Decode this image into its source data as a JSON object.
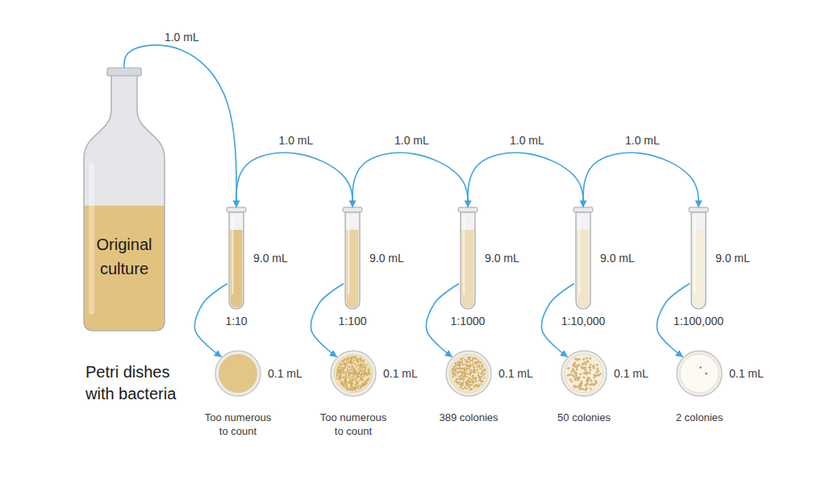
{
  "diagram": {
    "nodes": [
      {
        "text": [
          "Original culture"
        ]
      },
      {
        "text": [
          "9.0 mL",
          "1:10"
        ]
      },
      {
        "text": [
          "9.0 mL",
          "1:100"
        ]
      },
      {
        "text": [
          "9.0 mL",
          "1:1000"
        ]
      },
      {
        "text": [
          "9.0 mL",
          "1:10,000"
        ]
      },
      {
        "text": [
          "9.0 mL",
          "1:100,000"
        ]
      },
      {
        "text": [
          "0.1 mL",
          "Too numerous to count"
        ]
      },
      {
        "text": [
          "0.1 mL",
          "Too numerous to count"
        ]
      },
      {
        "text": [
          "0.1 mL",
          "389 colonies"
        ]
      },
      {
        "text": [
          "0.1 mL",
          "50 colonies"
        ]
      },
      {
        "text": [
          "0.1 mL",
          "2 colonies"
        ]
      }
    ],
    "edges": [
      {
        "from": 0,
        "to": 1,
        "arrow": "to",
        "label": "1.0 mL"
      },
      {
        "from": 1,
        "to": 2,
        "arrow": "to",
        "label": "1.0 mL"
      },
      {
        "from": 2,
        "to": 3,
        "arrow": "to",
        "label": "1.0 mL"
      },
      {
        "from": 3,
        "to": 4,
        "arrow": "to",
        "label": "1.0 mL"
      },
      {
        "from": 4,
        "to": 5,
        "arrow": "to",
        "label": "1.0 mL"
      },
      {
        "from": 1,
        "to": 6,
        "arrow": "to"
      },
      {
        "from": 2,
        "to": 7,
        "arrow": "to"
      },
      {
        "from": 3,
        "to": 8,
        "arrow": "to"
      },
      {
        "from": 4,
        "to": 9,
        "arrow": "to"
      },
      {
        "from": 5,
        "to": 10,
        "arrow": "to"
      }
    ],
    "labels": [
      "Petri dishes with bacteria"
    ]
  }
}
